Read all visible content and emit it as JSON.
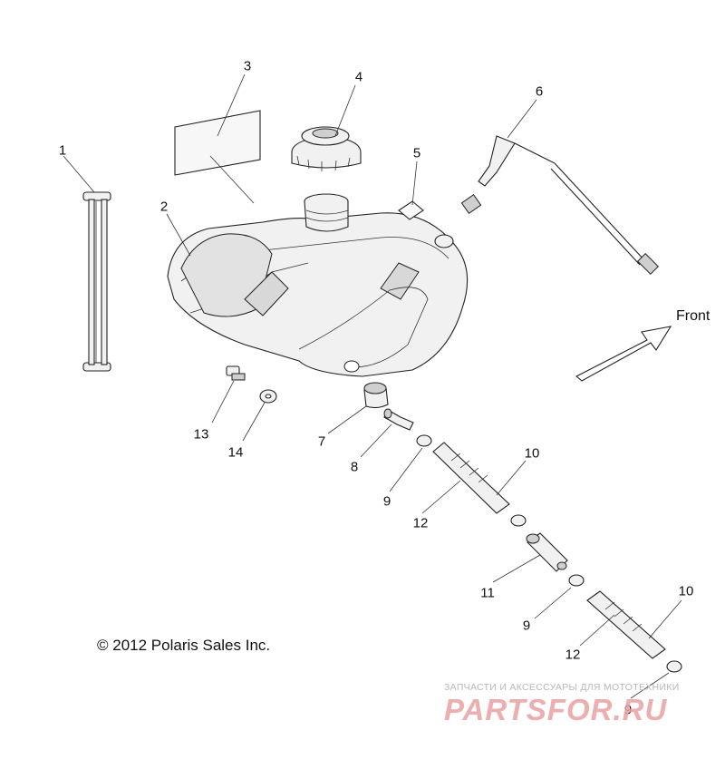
{
  "diagram": {
    "part_labels": [
      "1",
      "2",
      "3",
      "4",
      "5",
      "6",
      "7",
      "8",
      "9",
      "9",
      "9",
      "10",
      "10",
      "11",
      "12",
      "12",
      "13",
      "14"
    ],
    "front_label": "Front",
    "copyright": "© 2012 Polaris Sales Inc."
  },
  "watermark": {
    "subtitle": "ЗАПЧАСТИ И АКСЕССУАРЫ ДЛЯ МОТОТЕХНИКИ",
    "logo": "PARTSFOR.RU"
  }
}
